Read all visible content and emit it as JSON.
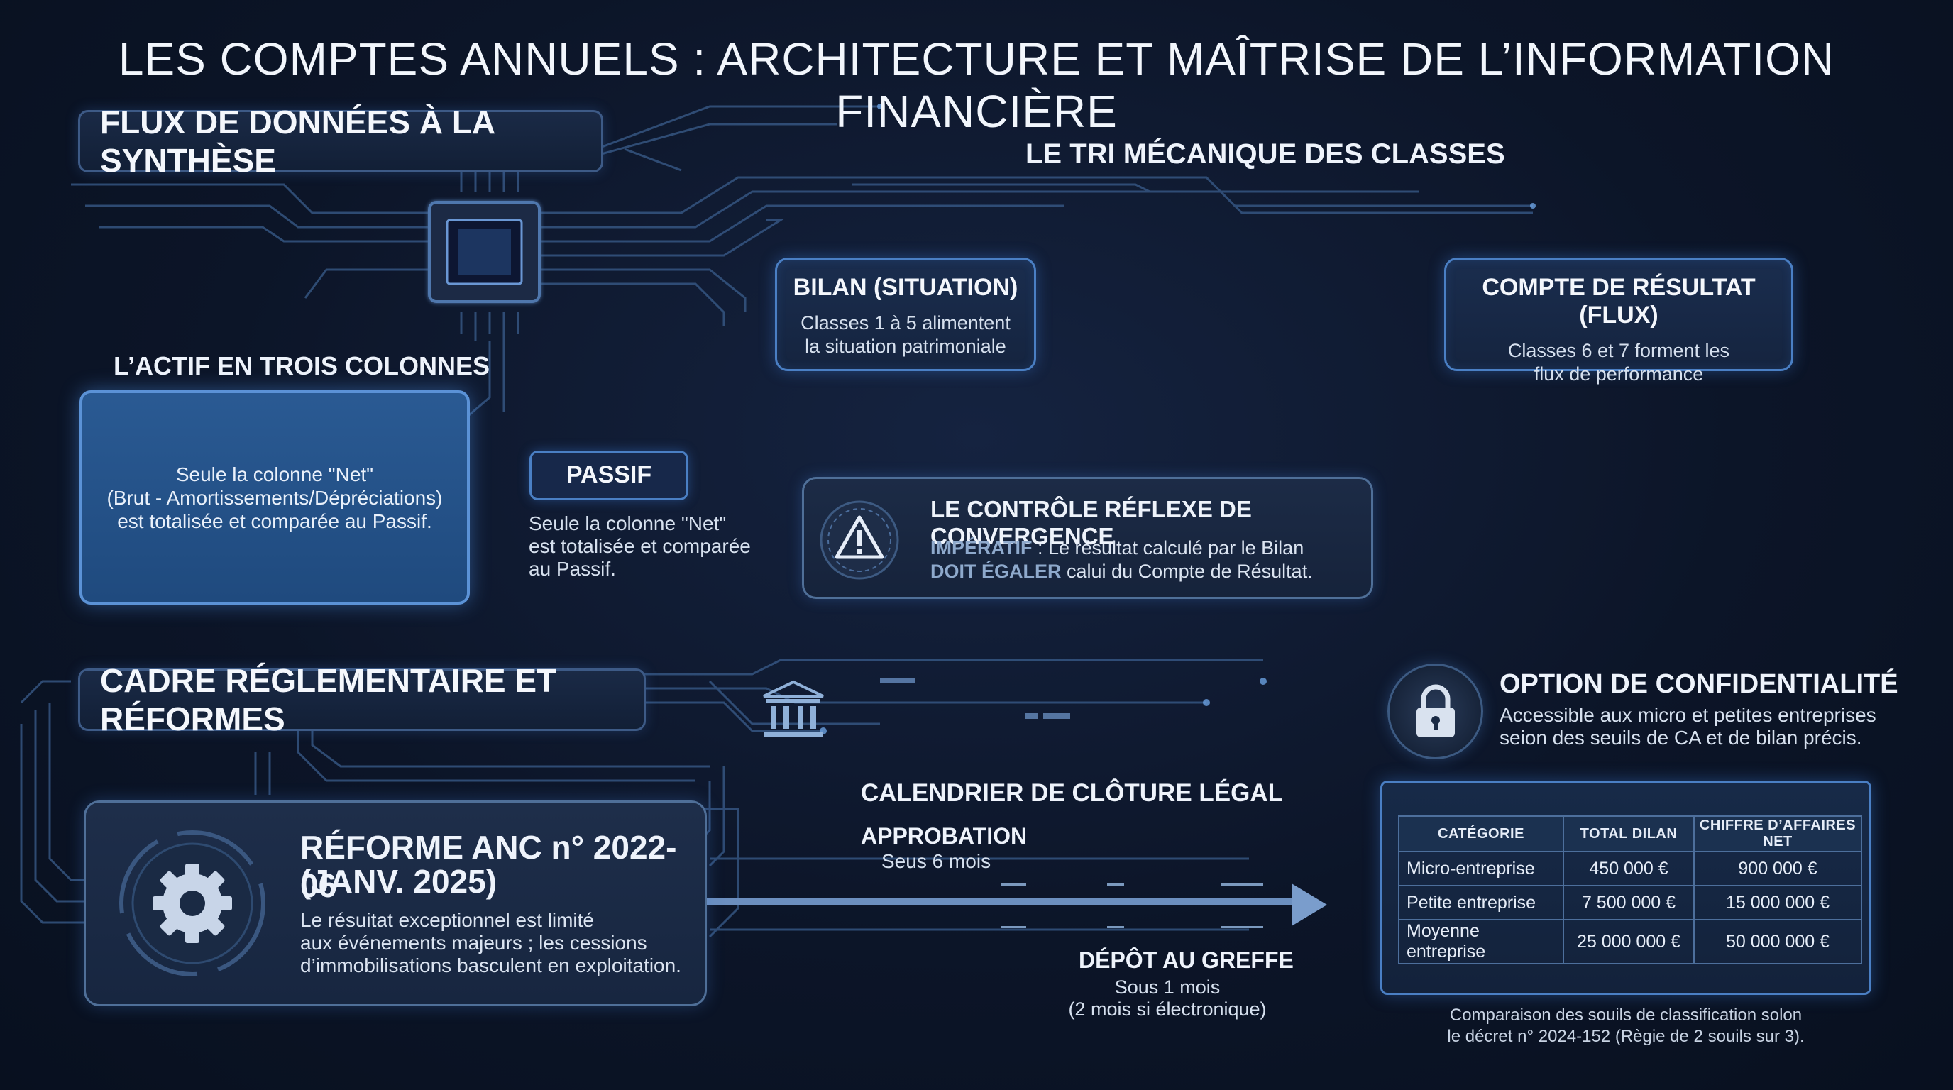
{
  "title": "LES COMPTES ANNUELS : ARCHITECTURE ET MAÎTRISE DE L’INFORMATION FINANCIÈRE",
  "flux": {
    "tag": "FLUX DE DONNÉES À LA SYNTHÈSE",
    "tri_heading": "LE TRI MÉCANIQUE DES CLASSES",
    "bilan": {
      "title": "BILAN (SITUATION)",
      "body": "Classes 1 à 5 alimentent la situation patrimoniale"
    },
    "compte": {
      "title": "COMPTE DE RÉSULTAT (FLUX)",
      "body": "Classes 6 et 7 forment les flux de performance"
    },
    "actif_heading": "L’ACTIF EN TROIS COLONNES",
    "actif_body": "Seule la colonne \"Net\"\n(Brut - Amortissements/Dépréciations)\nest totalisée et comparée au Passif.",
    "passif_label": "PASSIF",
    "passif_body": "Seule la colonne \"Net\"\nest totalisée et comparée\nau Passif.",
    "controle": {
      "title": "LE CONTRÔLE RÉFLEXE DE CONVERGENCE",
      "kw1": "IMPÉRATIF",
      "line1": " : Le résultat calculé par le Bilan",
      "kw2": "DOIT ÉGALER",
      "line2": " calui du Compte de Résultat."
    }
  },
  "cadre": {
    "tag": "CADRE RÉGLEMENTAIRE ET RÉFORMES",
    "reforme": {
      "title1": "RÉFORME ANC n° 2022-06",
      "title2": "(JANV. 2025)",
      "body1": "Le résuitat exceptionnel est limité",
      "body2": "aux événements majeurs ; les cessions",
      "body3": "d’immobilisations basculent en exploitation."
    },
    "calendrier": {
      "heading": "CALENDRIER DE CLÔTURE LÉGAL",
      "approbation": "APPROBATION",
      "approbation_delai": "Seus 6 mois",
      "depot": "DÉPÔT AU GREFFE",
      "depot_delai1": "Sous 1 mois",
      "depot_delai2": "(2 mois si électronique)"
    }
  },
  "confidentialite": {
    "title": "OPTION DE CONFIDENTIALITÉ",
    "body1": "Accessible aux micro et petites entreprises",
    "body2": "seion des seuils de CA et de bilan précis.",
    "table": {
      "headers": [
        "CATÉGORIE",
        "TOTAL DILAN",
        "CHIFFRE D’AFFAIRES NET"
      ],
      "rows": [
        [
          "Micro-entreprise",
          "450 000 €",
          "900 000 €"
        ],
        [
          "Petite entreprise",
          "7 500 000 €",
          "15 000 000 €"
        ],
        [
          "Moyenne entreprise",
          "25 000 000 €",
          "50 000 000 €"
        ]
      ]
    },
    "caption": "Comparaison des souils de classification solon\nle décret n° 2024-152 (Règie de 2 souils sur 3)."
  },
  "colors": {
    "accent": "#4a7fc4",
    "background": "#0c1528",
    "actif_fill": "#2a5a93"
  },
  "icons": [
    "chip-icon",
    "warning-icon",
    "gear-icon",
    "bank-icon",
    "lock-icon",
    "arrow-right-icon"
  ]
}
